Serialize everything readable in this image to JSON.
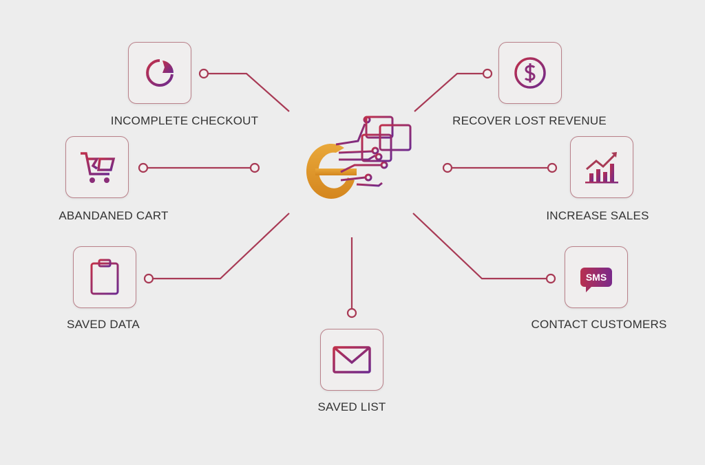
{
  "nodes": {
    "incomplete_checkout": {
      "label": "INCOMPLETE CHECKOUT",
      "icon": "pie-timer-icon"
    },
    "abandoned_cart": {
      "label": "ABANDANED CART",
      "icon": "broken-cart-icon"
    },
    "saved_data": {
      "label": "SAVED DATA",
      "icon": "clipboard-icon"
    },
    "saved_list": {
      "label": "SAVED LIST",
      "icon": "envelope-icon"
    },
    "recover_lost_revenue": {
      "label": "RECOVER LOST REVENUE",
      "icon": "dollar-icon"
    },
    "increase_sales": {
      "label": "INCREASE SALES",
      "icon": "growth-chart-icon"
    },
    "contact_customers": {
      "label": "CONTACT CUSTOMERS",
      "icon": "sms-icon",
      "icon_text": "SMS"
    }
  },
  "colors": {
    "line": "#a83a55",
    "accent_red": "#b8304f",
    "accent_purple": "#7a2a8a",
    "logo_orange": "#e09a2a"
  }
}
